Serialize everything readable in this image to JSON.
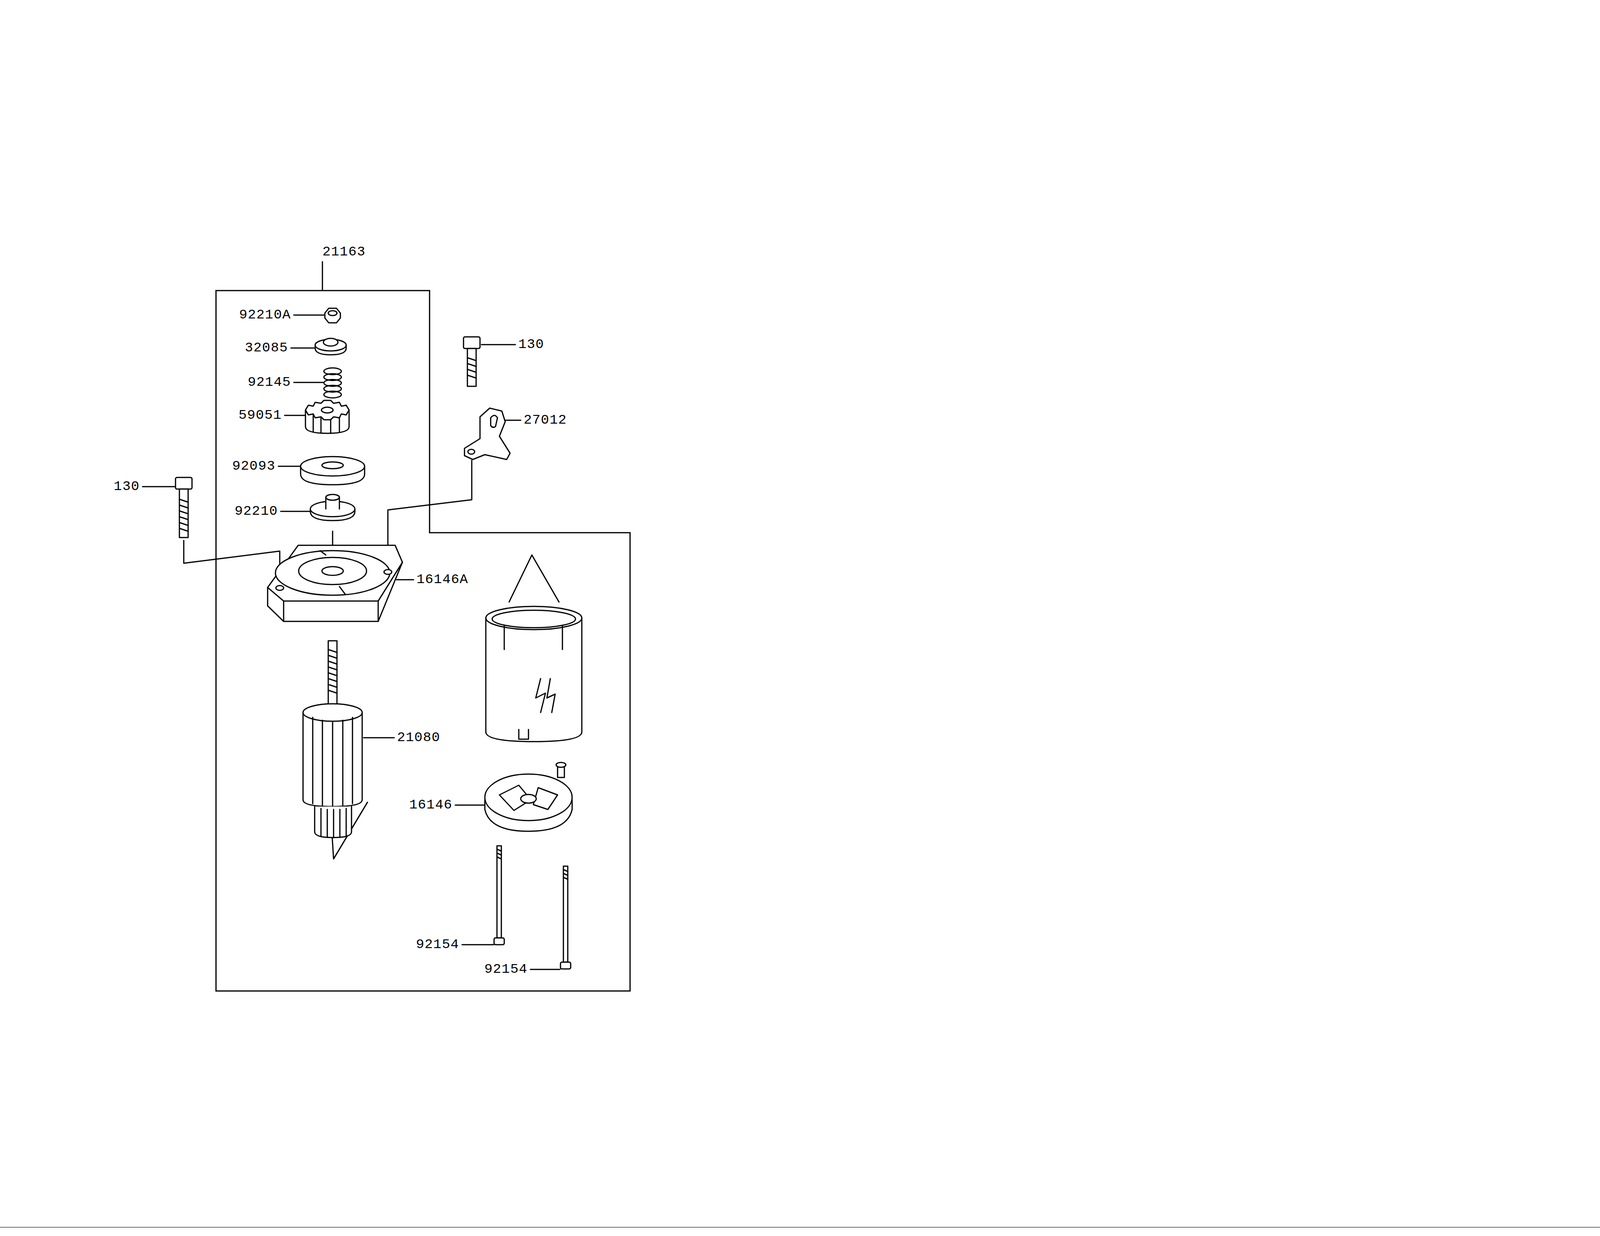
{
  "diagram": {
    "nodes": [
      {
        "text": [
          "21163"
        ]
      }
    ],
    "labels": [
      "92210A",
      "32085",
      "130",
      "92145",
      "27012",
      "59051",
      "92093",
      "130",
      "92210",
      "16146A",
      "21080",
      "16146",
      "92154",
      "92154"
    ]
  }
}
